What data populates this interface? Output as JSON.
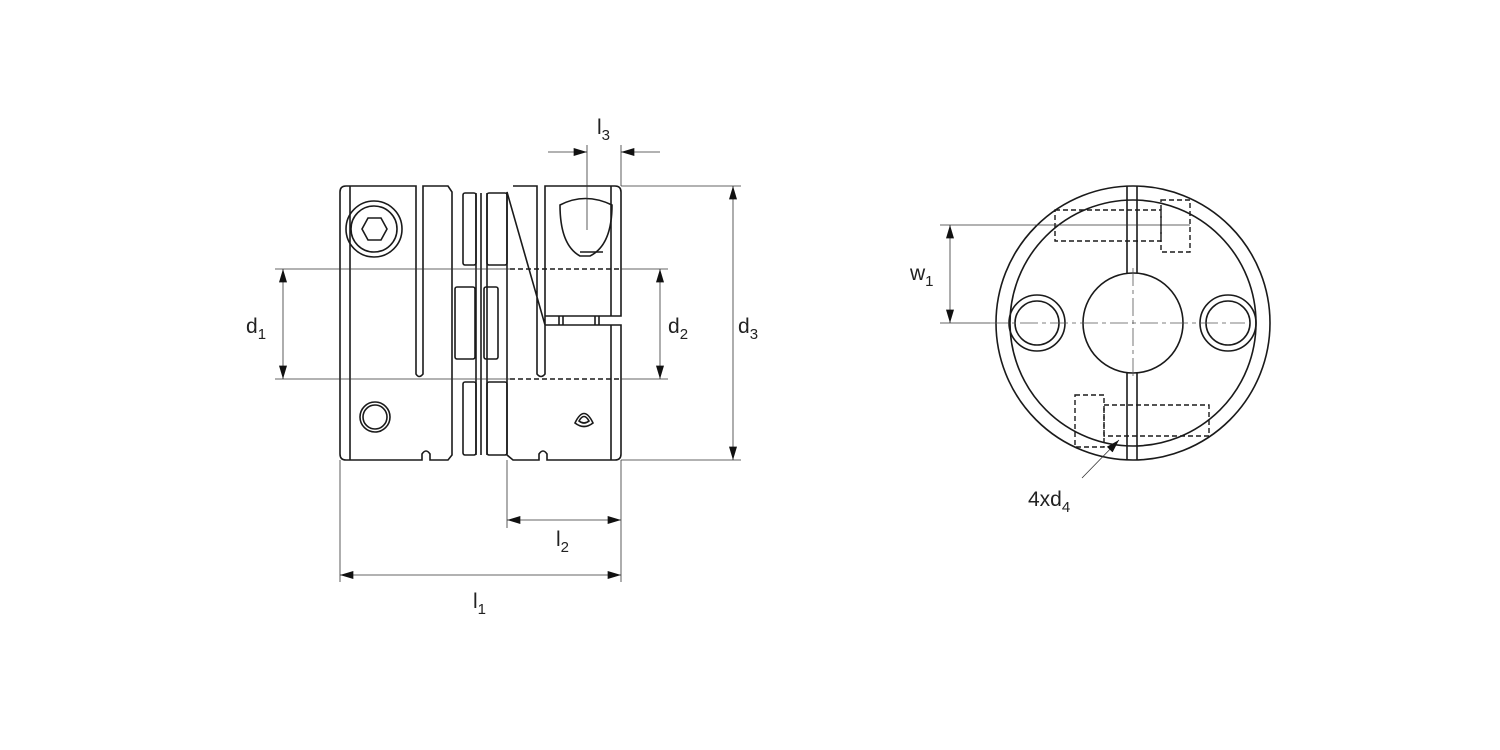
{
  "labels": {
    "d1": {
      "base": "d",
      "sub": "1"
    },
    "d2": {
      "base": "d",
      "sub": "2"
    },
    "d3": {
      "base": "d",
      "sub": "3"
    },
    "l1": {
      "base": "l",
      "sub": "1"
    },
    "l2": {
      "base": "l",
      "sub": "2"
    },
    "l3": {
      "base": "l",
      "sub": "3"
    },
    "w1": {
      "base": "w",
      "sub": "1"
    },
    "d4": {
      "base": "4xd",
      "sub": "4"
    }
  }
}
